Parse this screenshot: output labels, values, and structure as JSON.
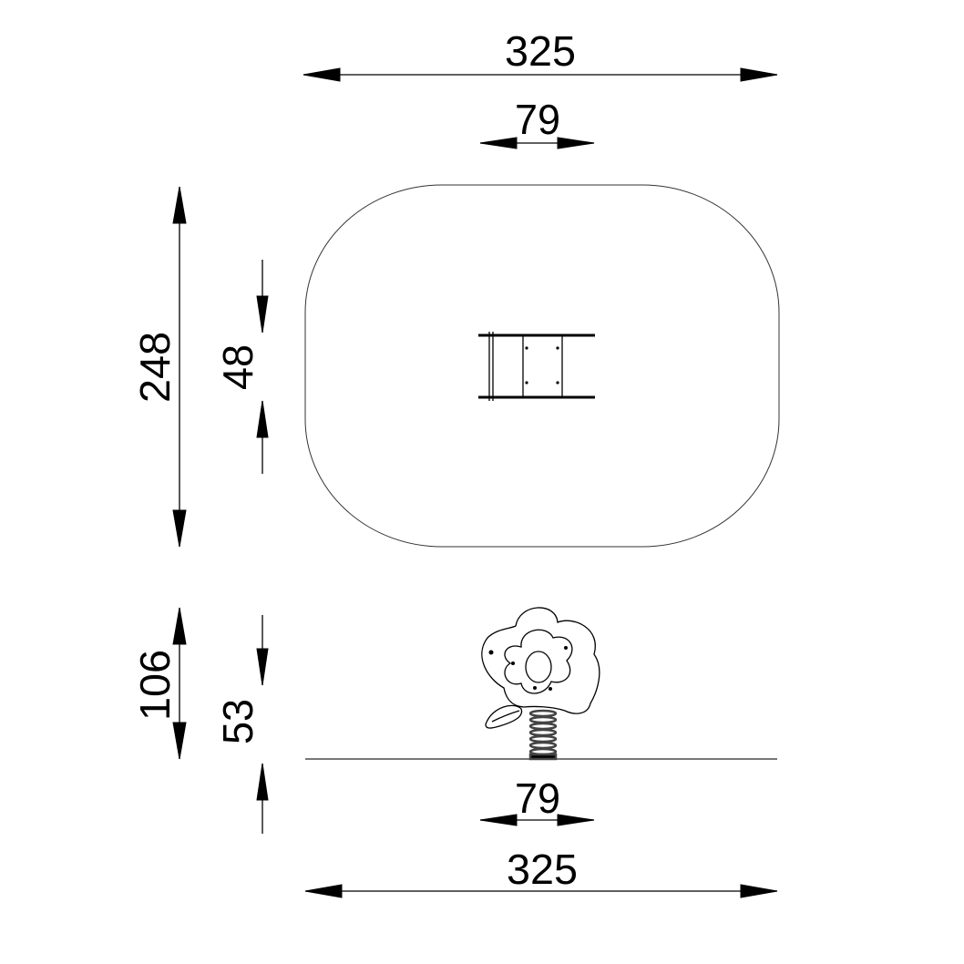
{
  "drawing": {
    "top_view": {
      "overall_width": "325",
      "seat_width": "79",
      "overall_depth": "248",
      "seat_depth": "48"
    },
    "side_view": {
      "overall_height": "106",
      "seat_height": "53",
      "seat_width": "79",
      "overall_width": "325"
    },
    "units_note": "",
    "line_color": "#000000"
  }
}
